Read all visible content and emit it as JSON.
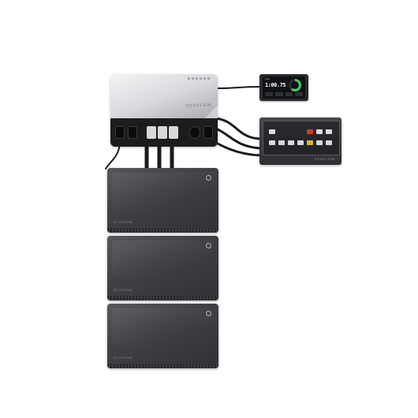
{
  "brand": "ECOFLOW",
  "display": {
    "time": "9:41",
    "value": "1:00.75"
  },
  "colors": {
    "accent_green": "#39d06a",
    "breaker_red": "#d63a2f",
    "breaker_yellow": "#e0b533",
    "device_dark": "#2f3134",
    "hub_silver": "#cfd0d3"
  }
}
